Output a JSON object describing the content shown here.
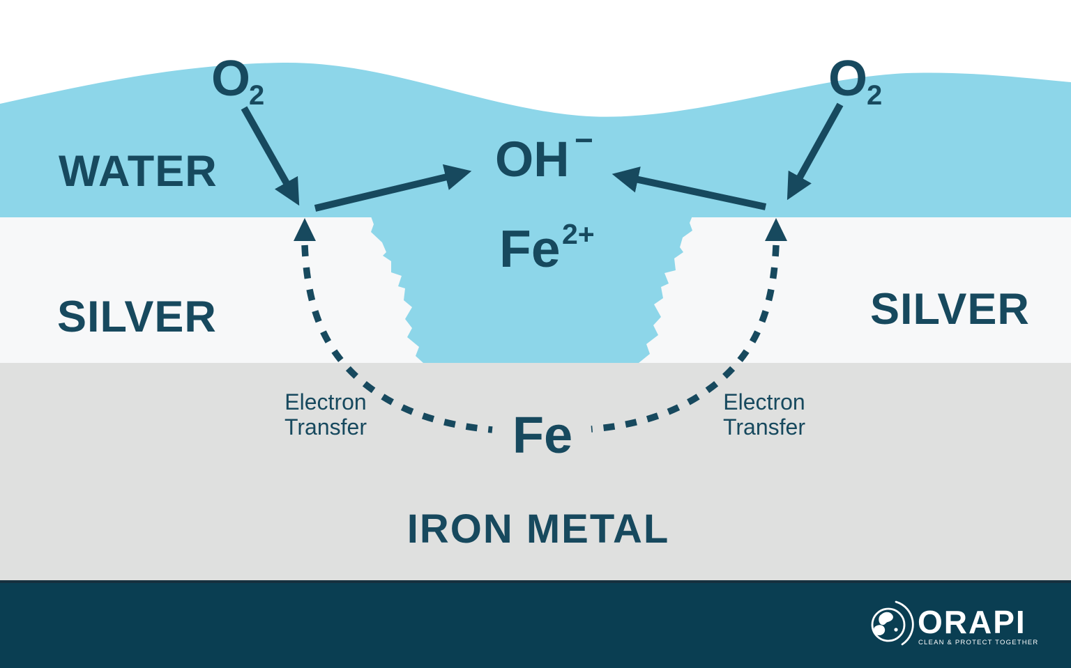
{
  "colors": {
    "water": "#8DD6E9",
    "silver": "#F7F8F9",
    "iron": "#DFE0DF",
    "ink": "#17495E",
    "footer_bg": "#0A3E52",
    "footer_divider": "#16303E",
    "white": "#FFFFFF"
  },
  "layers": {
    "water_label": "WATER",
    "silver_label_left": "SILVER",
    "silver_label_right": "SILVER",
    "iron_label": "IRON METAL"
  },
  "species": {
    "o2_left": {
      "symbol": "O",
      "sub": "2"
    },
    "o2_right": {
      "symbol": "O",
      "sub": "2"
    },
    "hydroxide": {
      "formula": "OH",
      "charge": "−"
    },
    "ferrous": {
      "formula": "Fe",
      "charge": "2+"
    },
    "iron_atom": "Fe"
  },
  "annotations": {
    "electron_transfer_left": {
      "line1": "Electron",
      "line2": "Transfer"
    },
    "electron_transfer_right": {
      "line1": "Electron",
      "line2": "Transfer"
    }
  },
  "footer": {
    "brand": "ORAPI",
    "tagline": "CLEAN & PROTECT TOGETHER"
  }
}
